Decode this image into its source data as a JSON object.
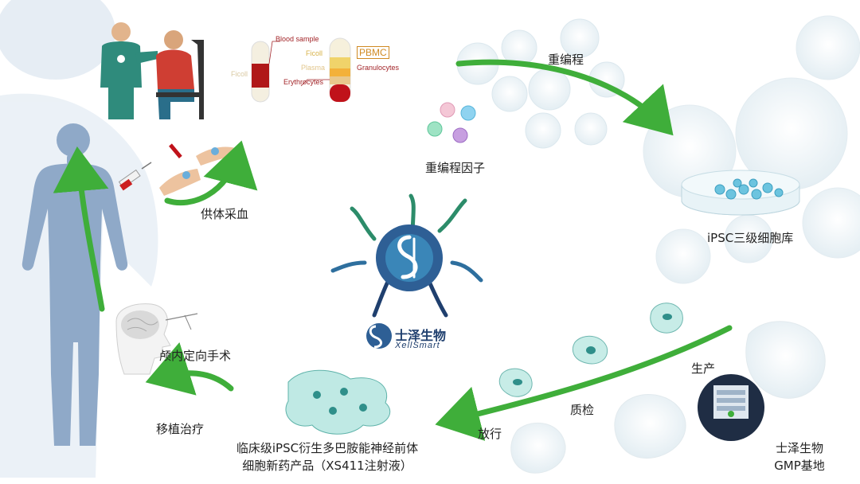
{
  "steps": {
    "donor_blood": "供体采血",
    "reprogramming": "重编程",
    "reprogramming_factors": "重编程因子",
    "ipsc_bank": "iPSC三级细胞库",
    "production": "生产",
    "quality_control": "质检",
    "release": "放行",
    "gmp_base_line1": "士泽生物",
    "gmp_base_line2": "GMP基地",
    "product_line1": "临床级iPSC衍生多巴胺能神经前体",
    "product_line2": "细胞新药产品（XS411注射液）",
    "transplant": "移植治疗",
    "surgery": "颅内定向手术"
  },
  "tubes": {
    "blood_sample": "Blood sample",
    "ficoll": "Ficoll",
    "plasma": "Plasma",
    "pbmc": "PBMC",
    "granulocytes": "Granulocytes",
    "erythrocytes": "Erythrocytes",
    "ficoll_left": "Ficoll"
  },
  "brand": {
    "name_cn": "士泽生物",
    "name_en": "XellSmart"
  },
  "colors": {
    "arrow": "#3fae3a",
    "cell_fill": "#c7ece7",
    "nucleus": "#2f8f8a",
    "body": "#8fa9c8",
    "brand": "#1f3f6e"
  },
  "icons": [
    "human-body-icon",
    "doctor-icon",
    "syringe-icon",
    "brain-icon",
    "petri-dish-icon",
    "logo-icon"
  ]
}
